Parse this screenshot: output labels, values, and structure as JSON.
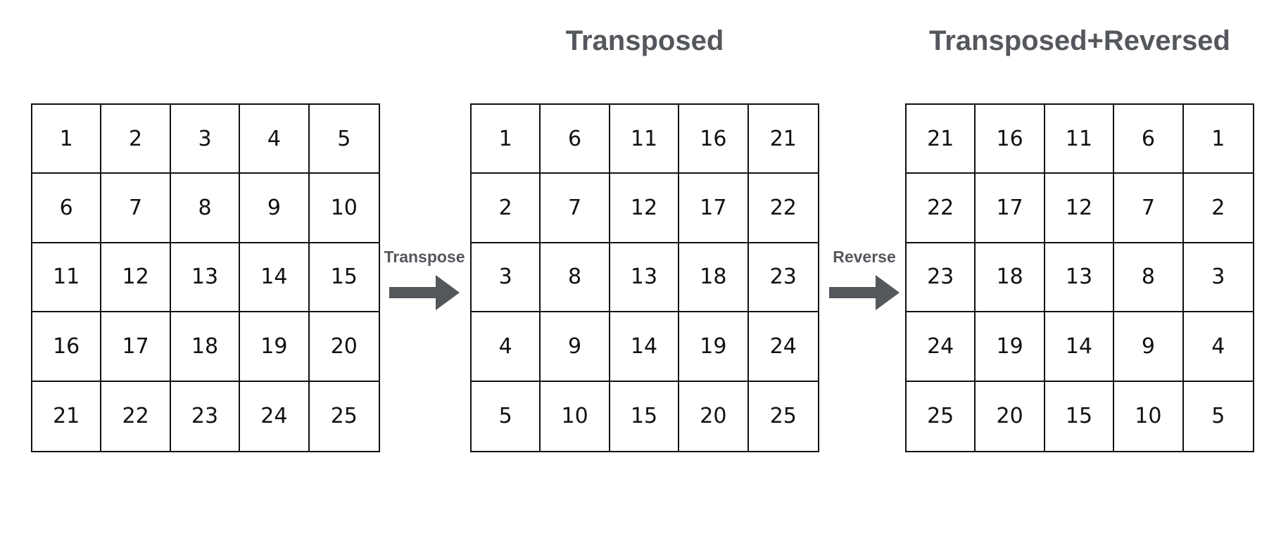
{
  "titles": {
    "transposed": "Transposed",
    "transposed_reversed": "Transposed+Reversed"
  },
  "steps": {
    "transpose": "Transpose",
    "reverse": "Reverse"
  },
  "colors": {
    "heading": "#54575c",
    "grid_line": "#111111",
    "arrow": "#54575c"
  },
  "icons": {
    "step_arrow": "right-arrow-icon"
  },
  "matrices": {
    "original": [
      [
        "1",
        "2",
        "3",
        "4",
        "5"
      ],
      [
        "6",
        "7",
        "8",
        "9",
        "10"
      ],
      [
        "11",
        "12",
        "13",
        "14",
        "15"
      ],
      [
        "16",
        "17",
        "18",
        "19",
        "20"
      ],
      [
        "21",
        "22",
        "23",
        "24",
        "25"
      ]
    ],
    "transposed": [
      [
        "1",
        "6",
        "11",
        "16",
        "21"
      ],
      [
        "2",
        "7",
        "12",
        "17",
        "22"
      ],
      [
        "3",
        "8",
        "13",
        "18",
        "23"
      ],
      [
        "4",
        "9",
        "14",
        "19",
        "24"
      ],
      [
        "5",
        "10",
        "15",
        "20",
        "25"
      ]
    ],
    "transposed_reversed": [
      [
        "21",
        "16",
        "11",
        "6",
        "1"
      ],
      [
        "22",
        "17",
        "12",
        "7",
        "2"
      ],
      [
        "23",
        "18",
        "13",
        "8",
        "3"
      ],
      [
        "24",
        "19",
        "14",
        "9",
        "4"
      ],
      [
        "25",
        "20",
        "15",
        "10",
        "5"
      ]
    ]
  }
}
